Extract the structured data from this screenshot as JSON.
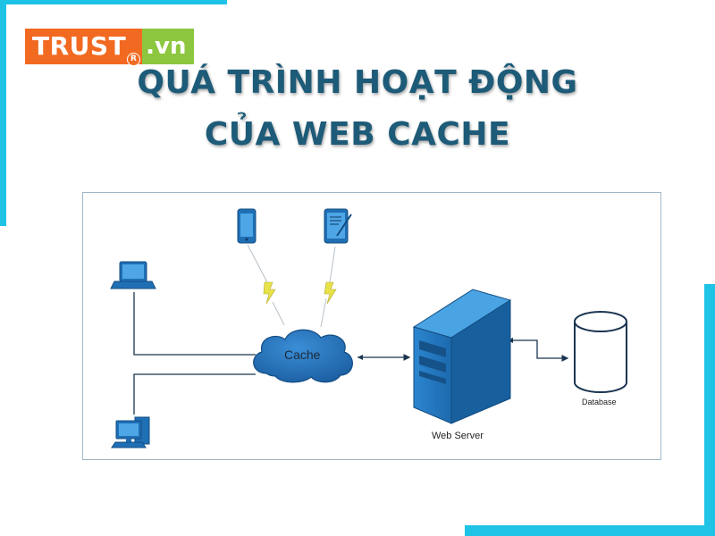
{
  "logo": {
    "left_text": "TRUST",
    "right_text": ".vn",
    "registered_mark": "R"
  },
  "title": {
    "line1": "QUÁ TRÌNH HOẠT ĐỘNG",
    "line2": "CỦA WEB CACHE"
  },
  "diagram": {
    "cache_label": "Cache",
    "web_server_label": "Web Server",
    "database_label": "Database",
    "nodes": [
      {
        "name": "laptop-icon"
      },
      {
        "name": "desktop-computer-icon"
      },
      {
        "name": "smartphone-icon"
      },
      {
        "name": "tablet-icon"
      },
      {
        "name": "cache-cloud"
      },
      {
        "name": "web-server-icon"
      },
      {
        "name": "database-icon"
      }
    ]
  },
  "colors": {
    "accent_bar": "#1ec3e6",
    "logo_orange": "#f26a21",
    "logo_green": "#8dc63f",
    "title": "#1d5b78",
    "device_blue": "#1f6fb5",
    "lightning": "#e8e24a"
  }
}
